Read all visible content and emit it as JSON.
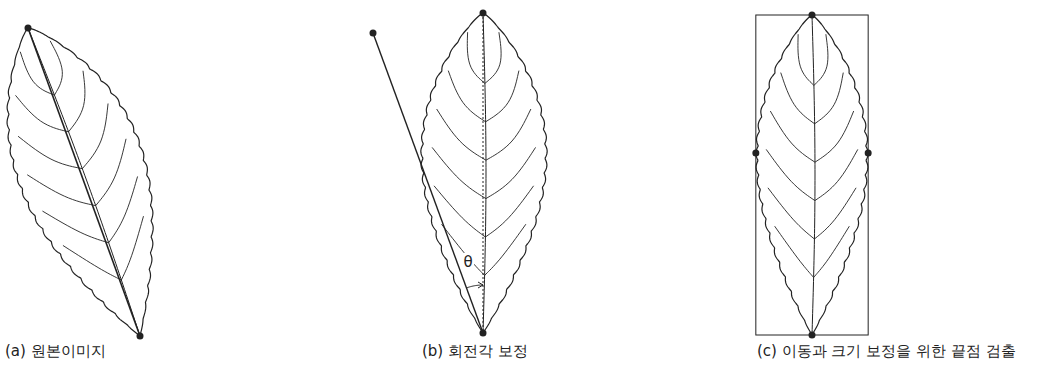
{
  "diagram": {
    "labels": [
      "θ",
      "(a) 원본이미지",
      "(b) 회전각 보정",
      "(c) 이동과 크기 보정을 위한 끝점 검출"
    ]
  }
}
